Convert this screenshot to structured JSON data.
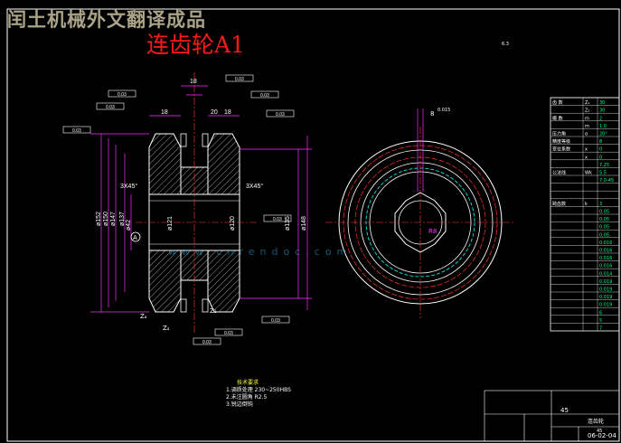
{
  "watermark": "闰土机械外文翻译成品",
  "title": "连齿轮A1",
  "roughness_top": "6.3",
  "dims": {
    "top_18a": "18",
    "top_18b": "18",
    "top_20": "20",
    "top_18c": "18",
    "d152": "ø152",
    "d150": "ø150",
    "d147": "ø147",
    "d137": "ø137",
    "d120": "ø120",
    "d121": "ø121",
    "d135": "ø135",
    "d148": "ø148",
    "d42": "ø42",
    "chamfer_l": "3X45°",
    "chamfer_r": "3X45°",
    "key": "8",
    "key_tol": "0.015",
    "r8": "R8"
  },
  "tolerance_labels": [
    "0.03",
    "0.03",
    "0.03",
    "0.03",
    "0.03",
    "0.03",
    "0.03",
    "0.03",
    "0.03",
    "0.03"
  ],
  "datum": "A",
  "z_labels": [
    "Zₐ",
    "Zₐ",
    "Z₁"
  ],
  "tech_req": {
    "heading": "技术要求",
    "lines": [
      "1.调质处理 230~250HBS",
      "2.未注圆角 R2.5",
      "3.锐边倒钝"
    ]
  },
  "watermark_url": "www.cnrendoc.com",
  "param_table": {
    "rows": [
      [
        "齿 数",
        "Z₁",
        "30"
      ],
      [
        "",
        "Z₂",
        "30"
      ],
      [
        "模 数",
        "m",
        "2"
      ],
      [
        "",
        "m",
        "1.0"
      ],
      [
        "压力角",
        "α",
        "20°"
      ],
      [
        "精度等级",
        "",
        "8"
      ],
      [
        "变位系数",
        "x",
        "0"
      ],
      [
        "",
        "x",
        "0"
      ],
      [
        "",
        "",
        "7.25"
      ],
      [
        "公法线",
        "Wk",
        "5.5"
      ],
      [
        "",
        "",
        "7.0-45"
      ],
      [
        "",
        "",
        ""
      ],
      [
        "",
        "",
        ""
      ],
      [
        "跨齿数",
        "k",
        "3"
      ],
      [
        "",
        "",
        "0.05"
      ],
      [
        "",
        "",
        "0.05"
      ],
      [
        "",
        "",
        "0.05"
      ],
      [
        "",
        "",
        "0.05"
      ],
      [
        "",
        "",
        "0.016"
      ],
      [
        "",
        "",
        "0.016"
      ],
      [
        "",
        "",
        "0.016"
      ],
      [
        "",
        "",
        "0.016"
      ],
      [
        "",
        "",
        "0.014"
      ],
      [
        "",
        "",
        "0.019"
      ],
      [
        "",
        "",
        "0.019"
      ],
      [
        "",
        "",
        "0.019"
      ],
      [
        "",
        "",
        "0.019"
      ],
      [
        "",
        "",
        "6"
      ],
      [
        "",
        "",
        "5"
      ],
      [
        "",
        "",
        "7"
      ]
    ]
  },
  "title_block": {
    "scale": "45",
    "drawing_no": "06-02-04",
    "name": "连齿轮",
    "material": "45"
  }
}
